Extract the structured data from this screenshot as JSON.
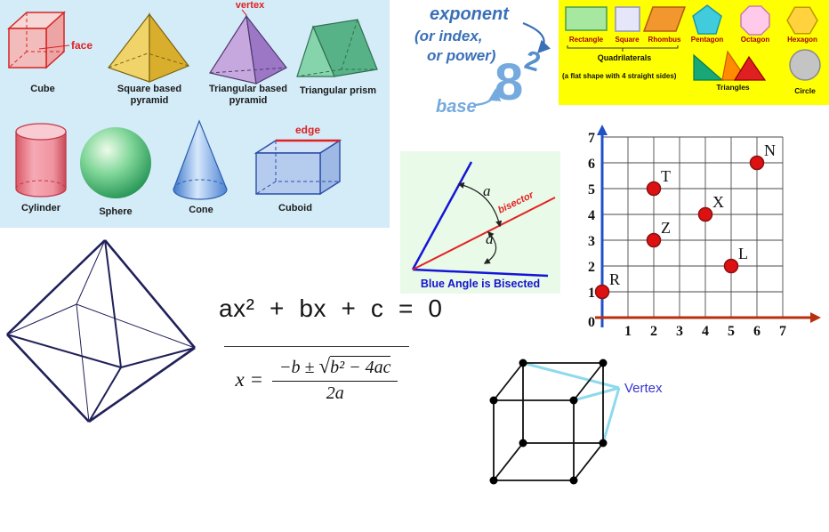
{
  "shapes_panel": {
    "face_label": "face",
    "vertex_label": "vertex",
    "edge_label": "edge",
    "names": {
      "cube": "Cube",
      "square_pyramid": "Square based\npyramid",
      "triangular_pyramid": "Triangular based\npyramid",
      "triangular_prism": "Triangular prism",
      "cylinder": "Cylinder",
      "sphere": "Sphere",
      "cone": "Cone",
      "cuboid": "Cuboid"
    }
  },
  "exponent_note": {
    "title": "exponent",
    "alt1": "(or index,",
    "alt2": "or power)",
    "base_value": "8",
    "exponent_value": "2",
    "base_label": "base"
  },
  "flat_shapes_panel": {
    "shape_labels": [
      "Rectangle",
      "Square",
      "Rhombus",
      "Pentagon",
      "Octagon",
      "Hexagon"
    ],
    "quadrilaterals_label": "Quadrilaterals",
    "quadrilaterals_note": "(a flat shape with 4 straight sides)",
    "triangles_label": "Triangles",
    "circle_label": "Circle"
  },
  "bisector_panel": {
    "angle_a_upper": "a",
    "angle_a_lower": "a",
    "bisector_label": "bisector",
    "caption": "Blue Angle is Bisected"
  },
  "chart_data": {
    "type": "scatter",
    "points": [
      {
        "label": "R",
        "x": 0,
        "y": 1
      },
      {
        "label": "Z",
        "x": 2,
        "y": 3
      },
      {
        "label": "T",
        "x": 2,
        "y": 5
      },
      {
        "label": "X",
        "x": 4,
        "y": 4
      },
      {
        "label": "L",
        "x": 5,
        "y": 2
      },
      {
        "label": "N",
        "x": 6,
        "y": 6
      }
    ],
    "xlim": [
      0,
      7
    ],
    "ylim": [
      0,
      7
    ],
    "x_tick_labels": [
      "1",
      "2",
      "3",
      "4",
      "5",
      "6",
      "7"
    ],
    "y_tick_labels": [
      "0",
      "1",
      "2",
      "3",
      "4",
      "5",
      "6",
      "7"
    ],
    "grid": true,
    "point_color": "#dd1111"
  },
  "quadratic": {
    "equation": "ax²  +  bx  +  c  =  0",
    "formula": {
      "lhs": "x =",
      "numerator_prefix": "−b ±",
      "sqrt_sign": "√",
      "radicand": "b² − 4ac",
      "denominator": "2a"
    }
  },
  "cube_vertex": {
    "label": "Vertex"
  }
}
